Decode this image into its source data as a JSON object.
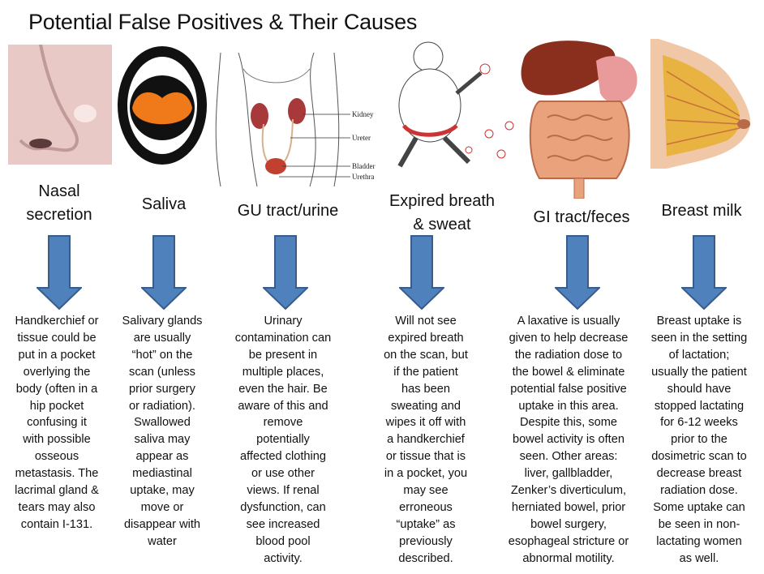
{
  "title": "Potential False Positives & Their Causes",
  "colors": {
    "arrow_fill": "#4f81bd",
    "arrow_stroke": "#385d8a"
  },
  "gu_image_labels": [
    "Kidney",
    "Ureter",
    "Bladder",
    "Urethra"
  ],
  "columns": [
    {
      "label": "Nasal\nsecretion",
      "icon": "nose-image",
      "text": "Handkerchief or\ntissue could be\nput in a pocket\noverlying the\nbody (often in a\nhip pocket\nconfusing it\nwith possible\nosseous\nmetastasis.  The\nlacrimal gland &\ntears may also\ncontain I-131."
    },
    {
      "label": "Saliva",
      "icon": "mouth-image",
      "text": "Salivary glands\nare usually\n“hot” on the\nscan (unless\nprior surgery\nor radiation).\nSwallowed\nsaliva may\nappear as\nmediastinal\nuptake, may\nmove or\ndisappear with\nwater"
    },
    {
      "label": "GU tract/urine",
      "icon": "urinary-tract-image",
      "text": "Urinary\ncontamination can\nbe present in\nmultiple places,\neven the hair.  Be\naware of this and\nremove\npotentially\naffected clothing\nor use other\nviews.  If renal\ndysfunction, can\nsee increased\nblood pool\nactivity."
    },
    {
      "label": "Expired breath\n& sweat",
      "icon": "sweating-runner-image",
      "text": "Will not see\nexpired breath\non the scan, but\nif the patient\nhas been\nsweating and\nwipes it off with\na handkerchief\nor tissue that is\nin a pocket, you\nmay see\nerroneous\n“uptake” as\npreviously\ndescribed."
    },
    {
      "label": "GI tract/feces",
      "icon": "digestive-tract-image",
      "text": "A laxative is usually\ngiven to help decrease\nthe radiation dose to\nthe bowel & eliminate\npotential false positive\nuptake in this area.\nDespite this, some\nbowel activity is often\nseen.  Other areas:\nliver, gallbladder,\nZenker’s diverticulum,\nherniated bowel, prior\nbowel surgery,\nesophageal stricture or\nabnormal motility."
    },
    {
      "label": "Breast milk",
      "icon": "breast-anatomy-image",
      "text": "Breast uptake is\nseen in the setting\nof lactation;\nusually the patient\nshould have\nstopped lactating\nfor 6-12 weeks\nprior to the\ndosimetric scan to\ndecrease breast\nradiation dose.\nSome uptake can\nbe seen in non-\nlactating women\nas well."
    }
  ]
}
